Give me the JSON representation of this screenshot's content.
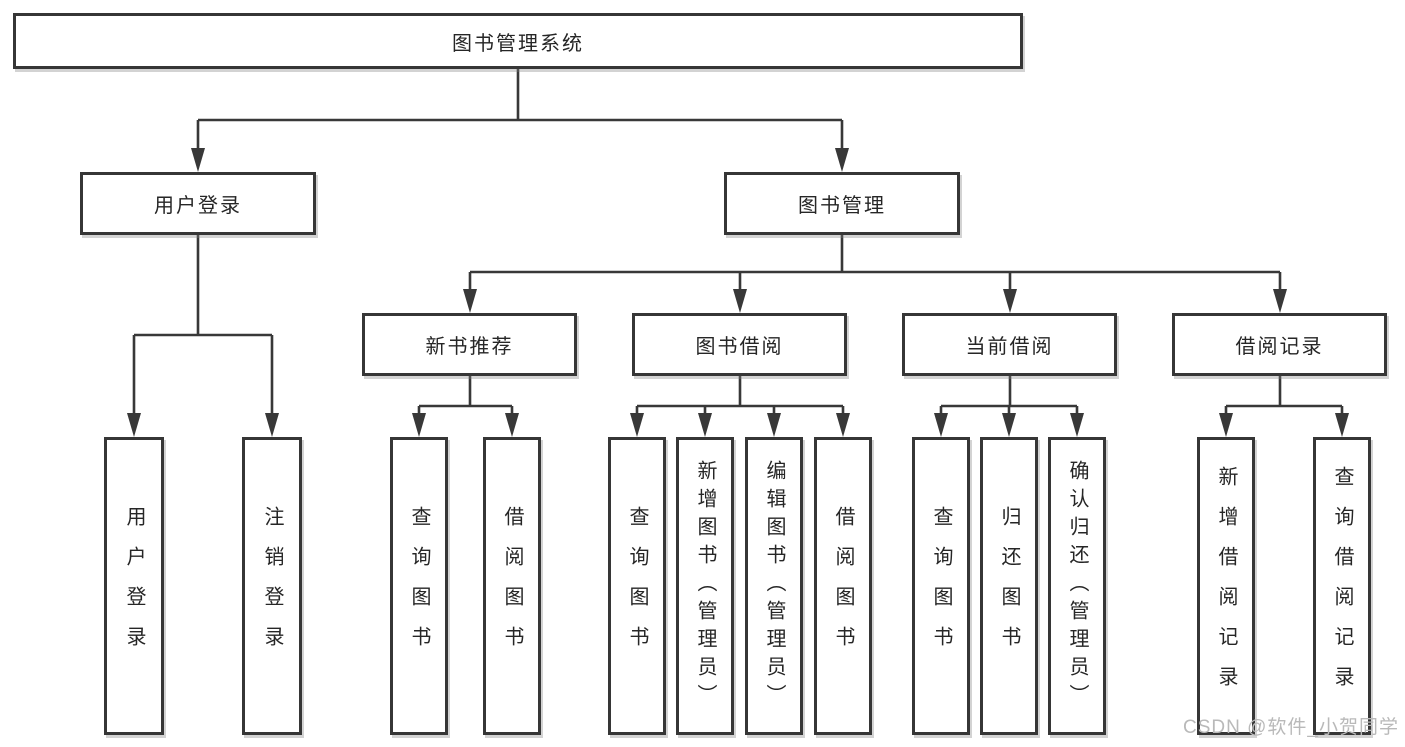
{
  "tree": {
    "root": {
      "label": "图书管理系统",
      "children": [
        {
          "label": "用户登录",
          "children": [
            {
              "label": "用户登录"
            },
            {
              "label": "注销登录"
            }
          ]
        },
        {
          "label": "图书管理",
          "children": [
            {
              "label": "新书推荐",
              "children": [
                {
                  "label": "查询图书"
                },
                {
                  "label": "借阅图书"
                }
              ]
            },
            {
              "label": "图书借阅",
              "children": [
                {
                  "label": "查询图书"
                },
                {
                  "label": "新增图书（管理员）"
                },
                {
                  "label": "编辑图书（管理员）"
                },
                {
                  "label": "借阅图书"
                }
              ]
            },
            {
              "label": "当前借阅",
              "children": [
                {
                  "label": "查询图书"
                },
                {
                  "label": "归还图书"
                },
                {
                  "label": "确认归还（管理员）"
                }
              ]
            },
            {
              "label": "借阅记录",
              "children": [
                {
                  "label": "新增借阅记录"
                },
                {
                  "label": "查询借阅记录"
                }
              ]
            }
          ]
        }
      ]
    }
  },
  "colors": {
    "line": "#383838",
    "box_border": "#363636",
    "text": "#262626",
    "watermark": "#b9b9b9"
  },
  "watermark": "CSDN @软件_小贺同学"
}
